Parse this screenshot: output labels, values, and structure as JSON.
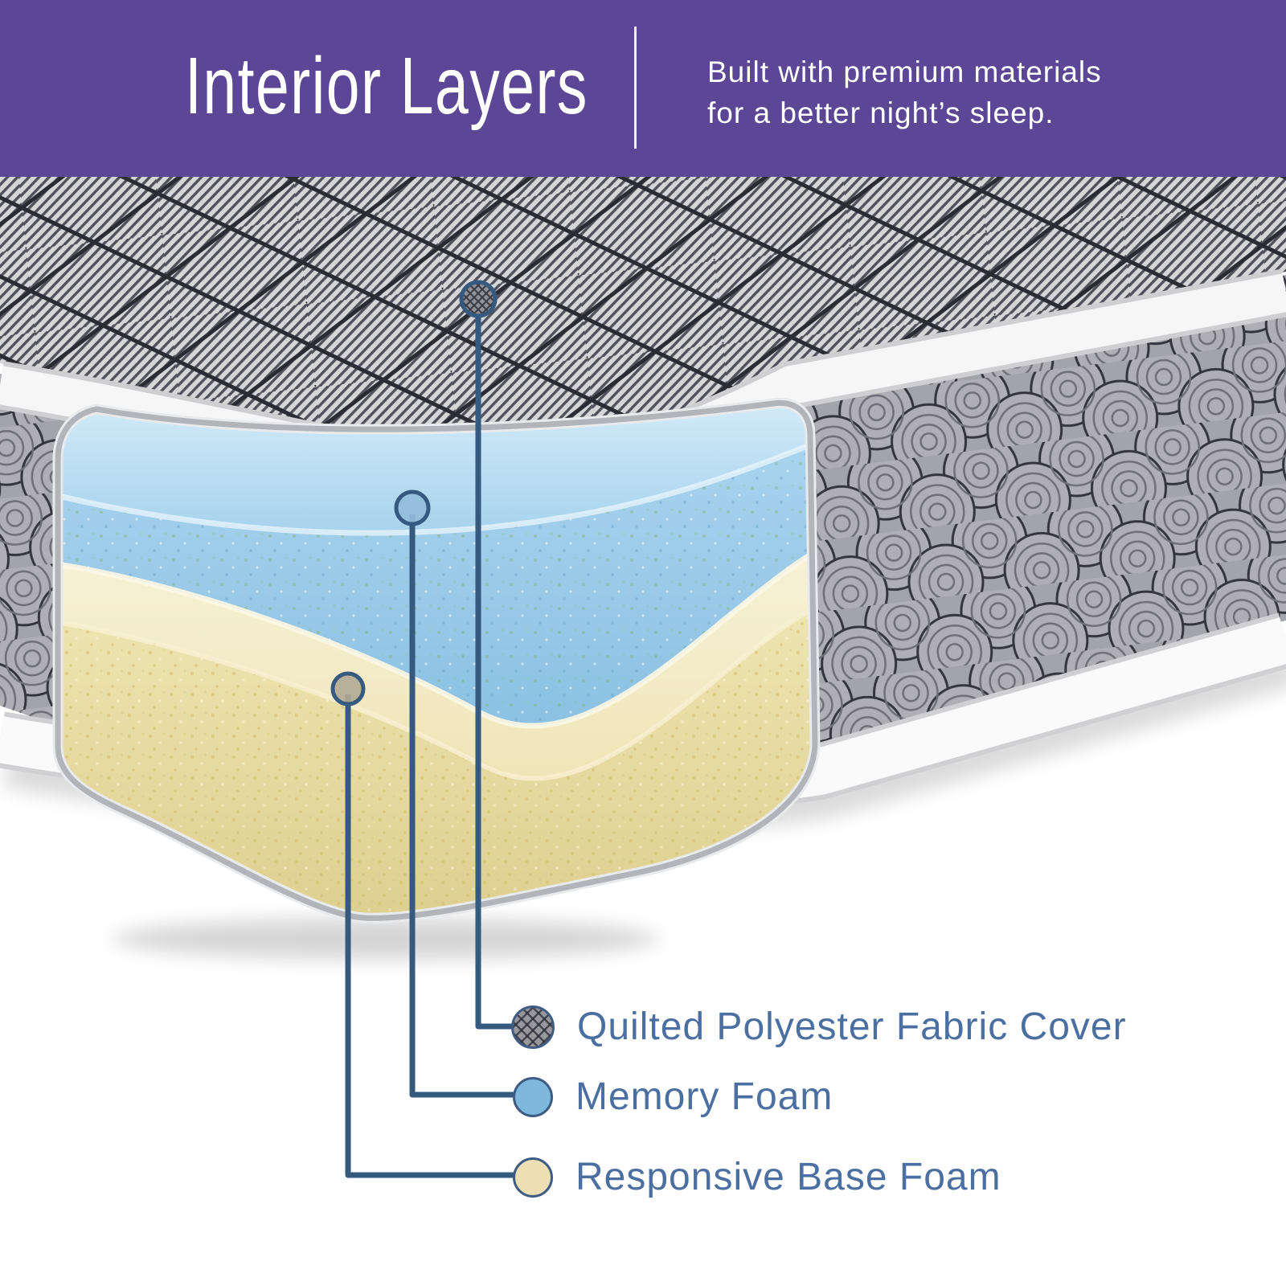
{
  "header": {
    "title": "Interior Layers",
    "tagline_line1": "Built with premium materials",
    "tagline_line2": "for a better night’s sleep.",
    "background_color": "#5b4796",
    "text_color": "#ffffff"
  },
  "legend": {
    "items": [
      {
        "label": "Quilted Polyester Fabric Cover",
        "swatch_color": "#97979c",
        "swatch_style": "quilted-crosshatch"
      },
      {
        "label": "Memory Foam",
        "swatch_color": "#7fb8dd",
        "swatch_style": "solid"
      },
      {
        "label": "Responsive Base Foam",
        "swatch_color": "#eddfb3",
        "swatch_style": "solid"
      }
    ],
    "text_color": "#4a6fa0",
    "line_color": "#35597f"
  },
  "illustration": {
    "fabric_color": "#a8a8ae",
    "side_panel_color": "#a3a4aa",
    "piping_color": "#f6f6f7",
    "memory_foam_top_color": "#c4e2f3",
    "memory_foam_front_color": "#9ccbe9",
    "base_foam_top_color": "#f5efcf",
    "base_foam_front_color": "#e7dda4",
    "cutaway_border_color": "#b1b4b9",
    "marker_fills": {
      "cover": "#8f8f95",
      "memory": "#93bddc",
      "base": "#b3aa95"
    }
  }
}
